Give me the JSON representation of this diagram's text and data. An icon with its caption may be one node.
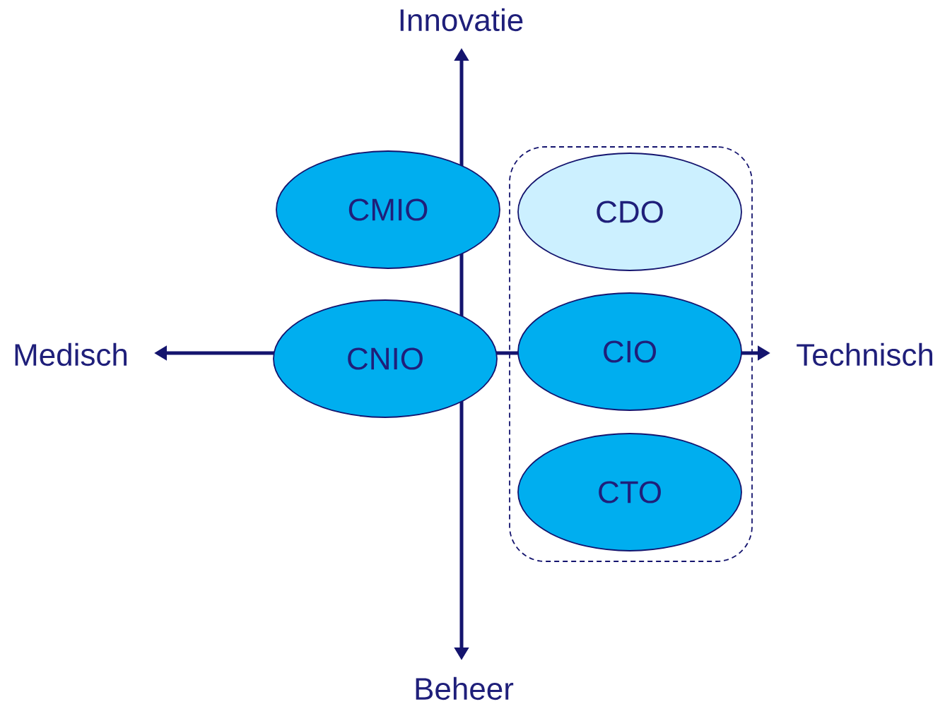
{
  "diagram": {
    "nodes": [
      {
        "text": [
          "CMIO"
        ]
      },
      {
        "text": [],
        "shape": "box"
      },
      {
        "text": [
          "CDO"
        ],
        "in": 1
      },
      {
        "text": [
          "CNIO"
        ]
      },
      {
        "text": [
          "CIO"
        ],
        "in": 1
      },
      {
        "text": [
          "CTO"
        ],
        "in": 1
      }
    ],
    "labels": [
      "Innovatie",
      "Medisch",
      "Technisch",
      "Beheer"
    ]
  }
}
